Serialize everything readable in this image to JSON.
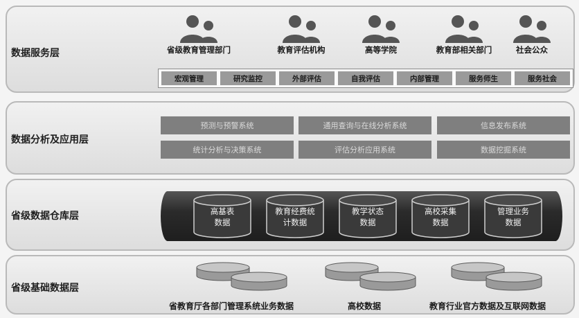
{
  "layers": {
    "service": {
      "title": "数据服务层",
      "stakeholders": [
        "省级教育管理部门",
        "教育评估机构",
        "高等学院",
        "教育部相关部门",
        "社会公众"
      ],
      "services": [
        "宏观管理",
        "研究监控",
        "外部评估",
        "自我评估",
        "内部管理",
        "服务师生",
        "服务社会"
      ]
    },
    "analysis": {
      "title": "数据分析及应用层",
      "systems": [
        "预测与预警系统",
        "通用查询与在线分析系统",
        "信息发布系统",
        "统计分析与决策系统",
        "评估分析应用系统",
        "数据挖掘系统"
      ]
    },
    "warehouse": {
      "title": "省级数据仓库层",
      "stores": [
        "高基表\n数据",
        "教育经费统\n计数据",
        "教学状态\n数据",
        "高校采集\n数据",
        "管理业务\n数据"
      ]
    },
    "base": {
      "title": "省级基础数据层",
      "sources": [
        "省教育厅各部门管理系统业务数据",
        "高校数据",
        "教育行业官方数据及互联网数据"
      ]
    }
  },
  "colors": {
    "icon": "#555555",
    "service_item": "#9a9a9a",
    "system_box": "#7f7f7f",
    "warehouse_panel": "#262626",
    "db_cylinder": "#a8a8a8"
  }
}
